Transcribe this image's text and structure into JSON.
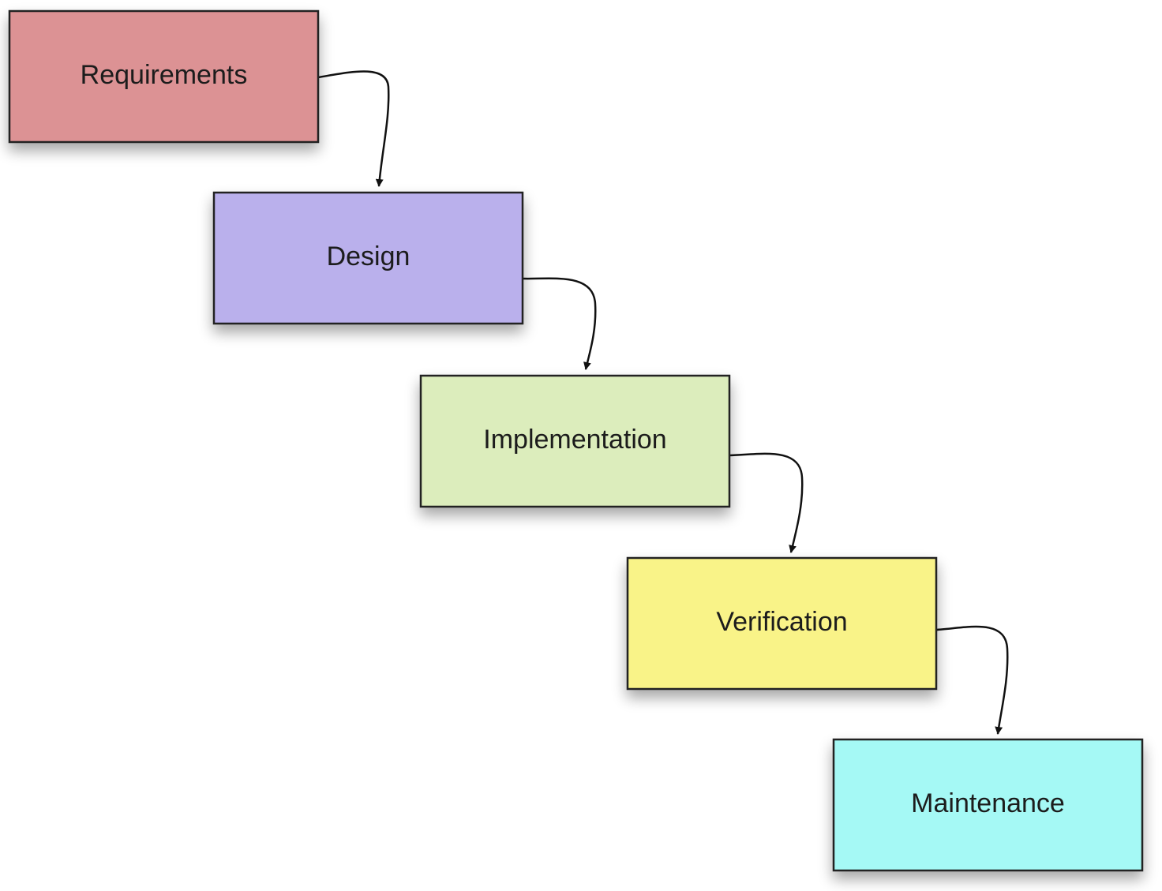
{
  "diagram": {
    "type": "waterfall",
    "stages": [
      {
        "id": "requirements",
        "label": "Requirements",
        "color": "#dc9294"
      },
      {
        "id": "design",
        "label": "Design",
        "color": "#bab0ec"
      },
      {
        "id": "implementation",
        "label": "Implementation",
        "color": "#dcedbc"
      },
      {
        "id": "verification",
        "label": "Verification",
        "color": "#f9f388"
      },
      {
        "id": "maintenance",
        "label": "Maintenance",
        "color": "#a5f9f5"
      }
    ],
    "connections": [
      {
        "from": "requirements",
        "to": "design"
      },
      {
        "from": "design",
        "to": "implementation"
      },
      {
        "from": "implementation",
        "to": "verification"
      },
      {
        "from": "verification",
        "to": "maintenance"
      }
    ]
  }
}
